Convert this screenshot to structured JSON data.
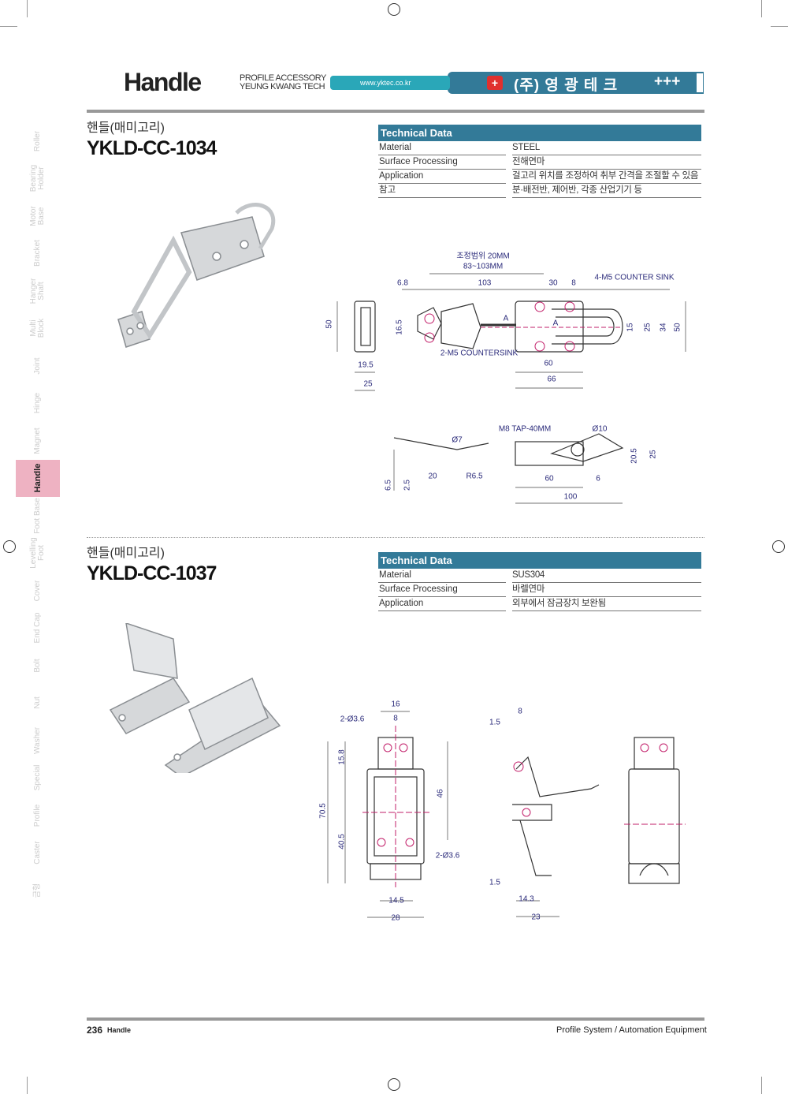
{
  "header": {
    "title": "Handle",
    "sub1": "PROFILE ACCESSORY",
    "sub2": "YEUNG KWANG TECH",
    "url": "www.yktec.co.kr",
    "brand_logo": "+",
    "brand_name": "(주) 영 광 테 크",
    "brand_plus": "+++"
  },
  "sidebar": {
    "items": [
      "Roller",
      "Bearing Holder",
      "Motor Base",
      "Bracket",
      "Hanger Shaft",
      "Multi Block",
      "Joint",
      "Hinge",
      "Magnet",
      "Handle",
      "Foot Base",
      "Levelling Foot",
      "Cover",
      "End Cap",
      "Bolt",
      "Nut",
      "Washer",
      "Special",
      "Profile",
      "Caster",
      "금형"
    ],
    "active": "Handle",
    "active_color": "#eeb2c2"
  },
  "products": [
    {
      "kr_name": "핸들(매미고리)",
      "model": "YKLD-CC-1034",
      "tech": {
        "title": "Technical Data",
        "rows": [
          [
            "Material",
            "STEEL"
          ],
          [
            "Surface Processing",
            "전해연마"
          ],
          [
            "Application",
            "걸고리 위치를 조정하여 취부 간격을 조절할 수 있음"
          ],
          [
            "참고",
            "분·배전반, 제어반, 각종 산업기기 등"
          ]
        ]
      },
      "dims": [
        "조정범위 20MM",
        "83~103MM",
        "6.8",
        "103",
        "30",
        "8",
        "4-M5 COUNTER SINK",
        "50",
        "16.5",
        "2-M5 COUNTERSINK",
        "15",
        "25",
        "34",
        "50",
        "19.5",
        "25",
        "60",
        "66",
        "M8 TAP-40MM",
        "Ø10",
        "Ø7",
        "R6.5",
        "20",
        "60",
        "6",
        "100",
        "6.5",
        "2.5",
        "20.5",
        "25",
        "A",
        "A"
      ]
    },
    {
      "kr_name": "핸들(매미고리)",
      "model": "YKLD-CC-1037",
      "tech": {
        "title": "Technical Data",
        "rows": [
          [
            "Material",
            "SUS304"
          ],
          [
            "Surface Processing",
            "바렐연마"
          ],
          [
            "Application",
            "외부에서 잠금장치 보완됨"
          ]
        ]
      },
      "dims": [
        "16",
        "8",
        "2-Ø3.6",
        "15.8",
        "70.5",
        "40.5",
        "46",
        "2-Ø3.6",
        "14.5",
        "28",
        "8",
        "1.5",
        "1.5",
        "14.3",
        "23"
      ]
    }
  ],
  "footer": {
    "page": "236",
    "section": "Handle",
    "right": "Profile System / Automation Equipment"
  }
}
